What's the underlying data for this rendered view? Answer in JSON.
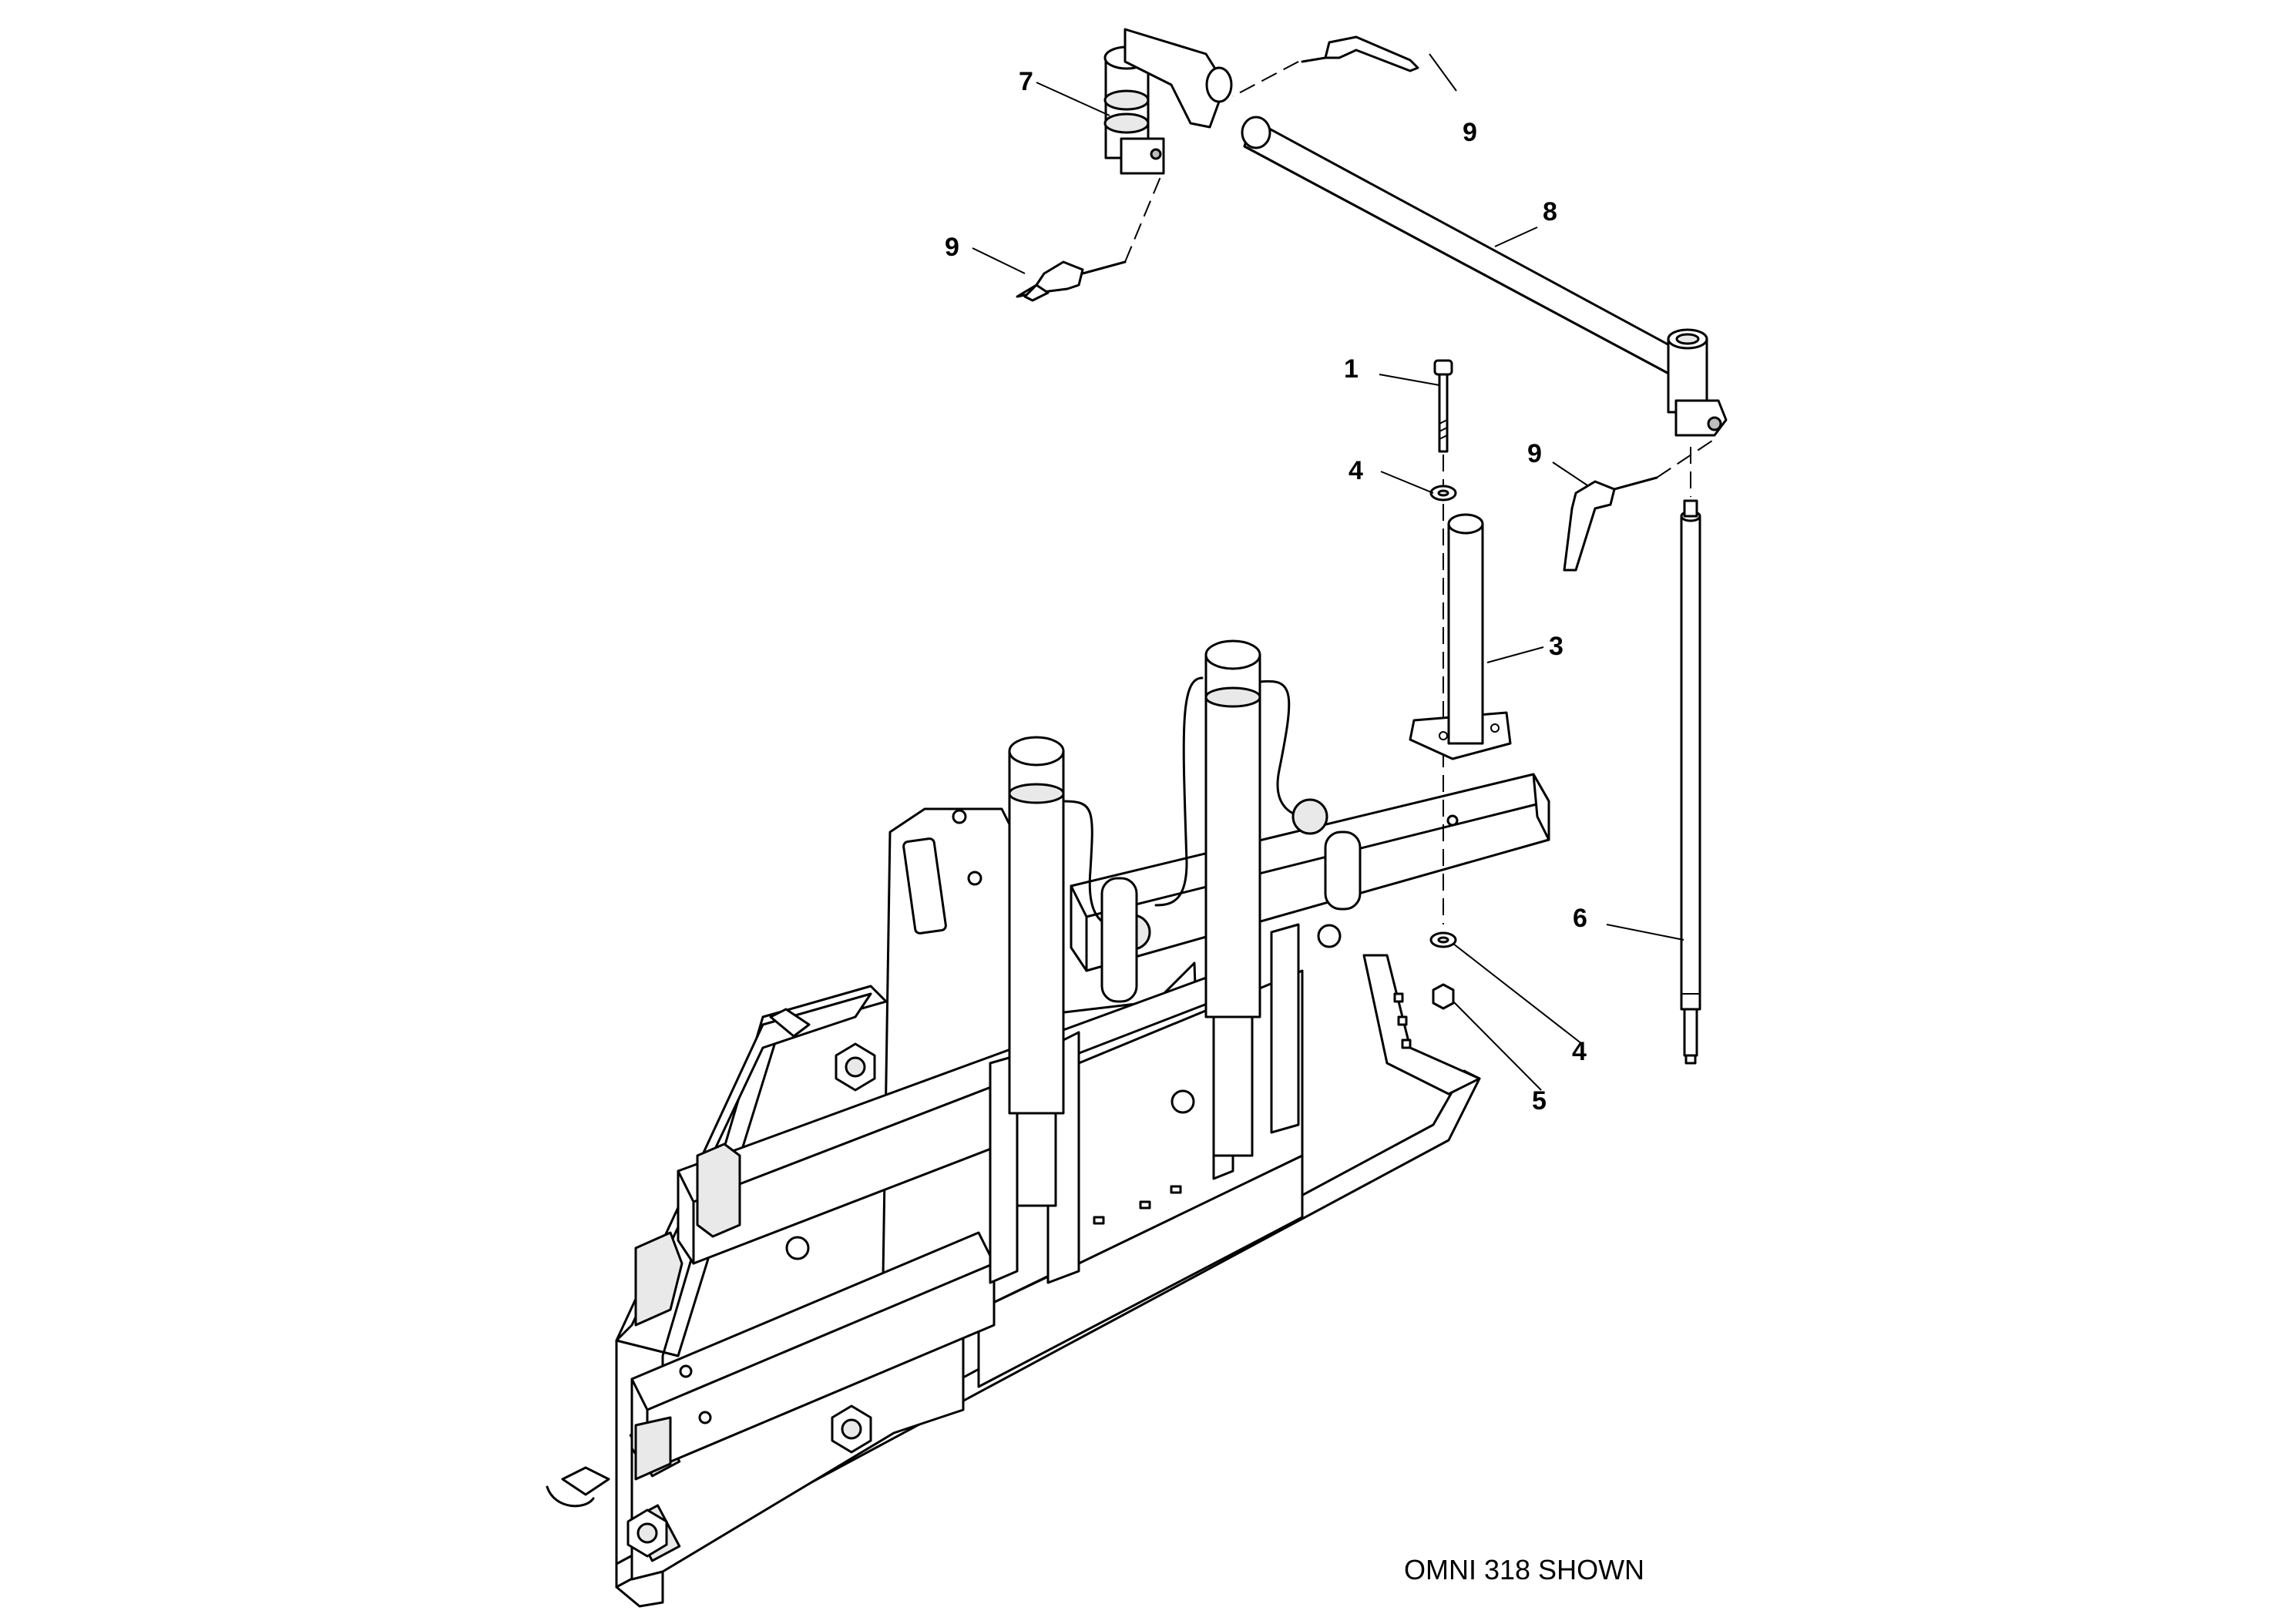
{
  "diagram": {
    "caption": "OMNI 318 SHOWN",
    "callouts": {
      "bolt": "1",
      "washer_top": "4",
      "post": "3",
      "washer_bottom": "4",
      "nut": "5",
      "rod": "6",
      "clamp": "7",
      "bar": "8",
      "lever_top_right": "9",
      "lever_top_left": "9",
      "lever_right": "9"
    }
  }
}
